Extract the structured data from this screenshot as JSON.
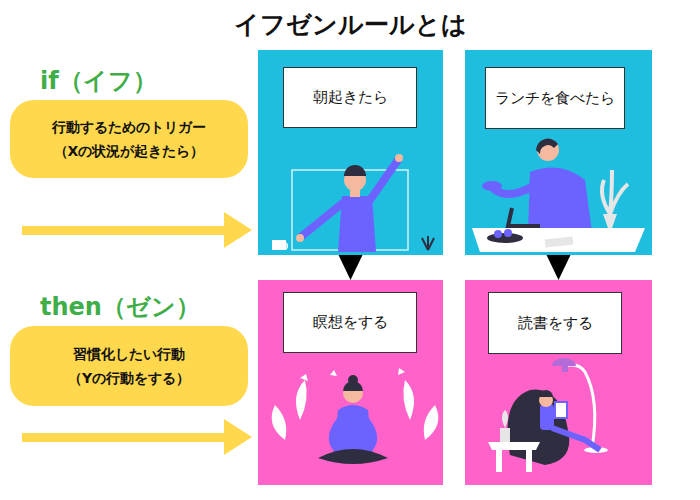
{
  "diagram": {
    "title": "イフゼンルールとは",
    "nodes": [
      {
        "text": [
          "if（イフ）",
          "行動するためのトリガー",
          "（Xの状況が起きたら）"
        ]
      },
      {
        "text": [
          "then（ゼン）",
          "習慣化したい行動",
          "（Yの行動をする）"
        ]
      },
      {
        "text": [
          "朝起きたら"
        ]
      },
      {
        "text": [
          "ランチを食べたら"
        ]
      },
      {
        "text": [
          "瞑想をする"
        ]
      },
      {
        "text": [
          "読書をする"
        ]
      }
    ],
    "edges": [
      {
        "from": 2,
        "to": 4,
        "arrow": "to"
      },
      {
        "from": 3,
        "to": 5,
        "arrow": "to"
      }
    ]
  }
}
